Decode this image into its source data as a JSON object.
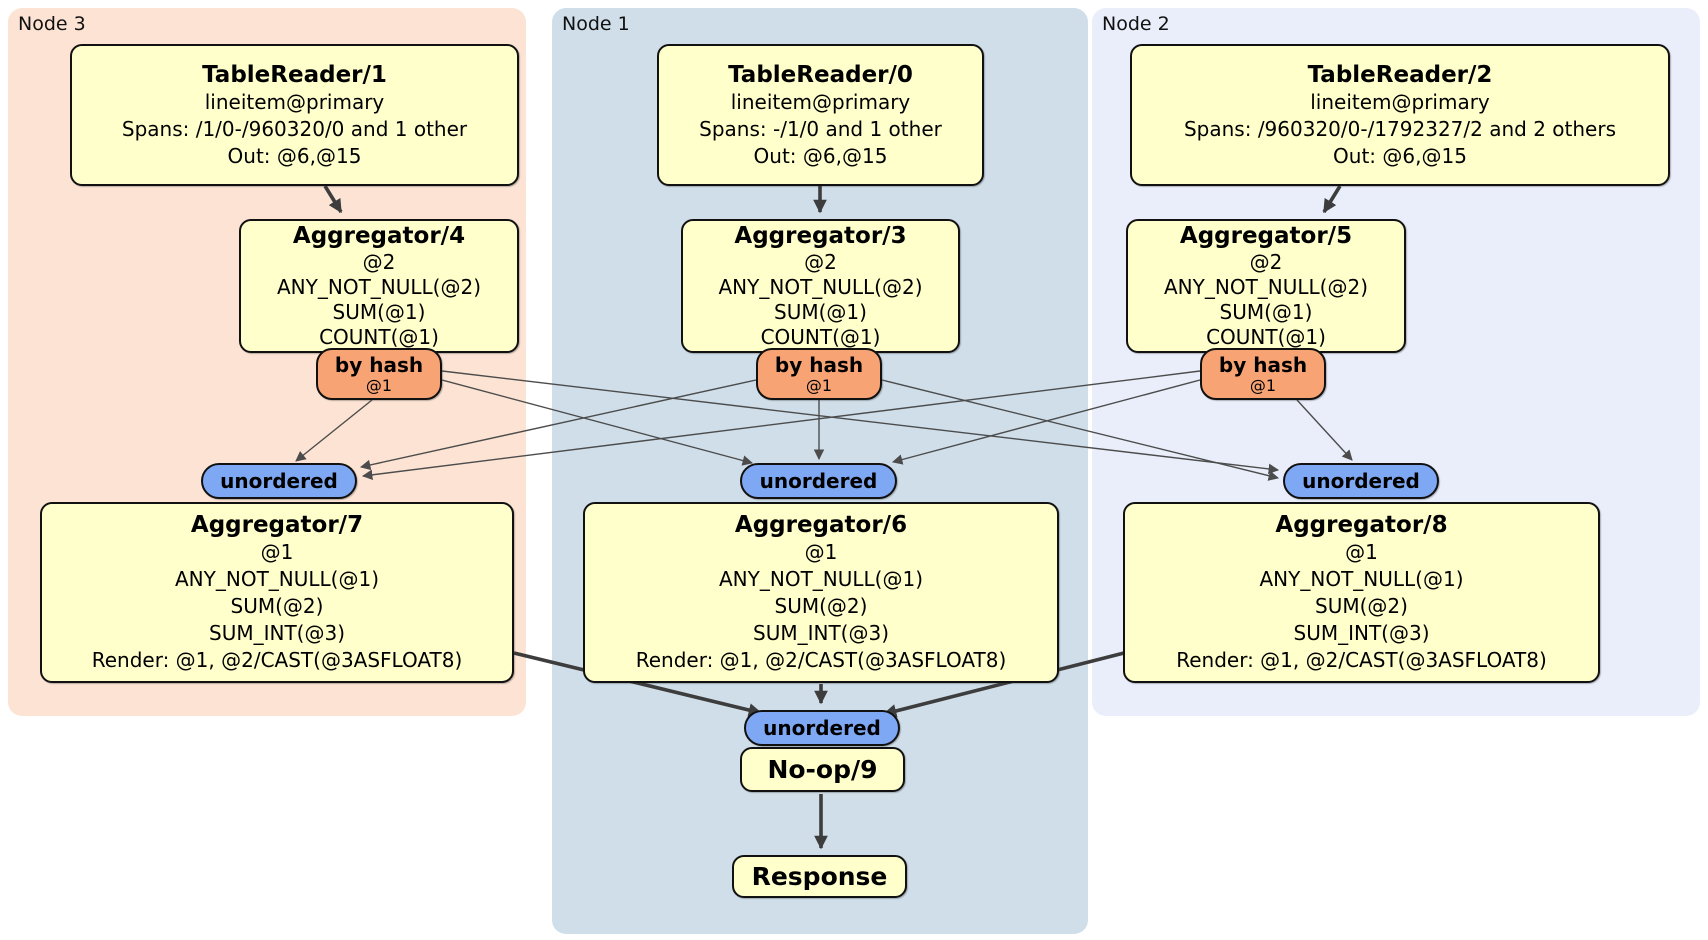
{
  "regions": {
    "node3": {
      "label": "Node 3"
    },
    "node1": {
      "label": "Node 1"
    },
    "node2": {
      "label": "Node 2"
    }
  },
  "processors": {
    "tr1": {
      "title": "TableReader/1",
      "lines": [
        "lineitem@primary",
        "Spans: /1/0-/960320/0 and 1 other",
        "Out: @6,@15"
      ]
    },
    "tr0": {
      "title": "TableReader/0",
      "lines": [
        "lineitem@primary",
        "Spans: -/1/0 and 1 other",
        "Out: @6,@15"
      ]
    },
    "tr2": {
      "title": "TableReader/2",
      "lines": [
        "lineitem@primary",
        "Spans: /960320/0-/1792327/2 and 2 others",
        "Out: @6,@15"
      ]
    },
    "agg4": {
      "title": "Aggregator/4",
      "lines": [
        "@2",
        "ANY_NOT_NULL(@2)",
        "SUM(@1)",
        "COUNT(@1)"
      ]
    },
    "agg3": {
      "title": "Aggregator/3",
      "lines": [
        "@2",
        "ANY_NOT_NULL(@2)",
        "SUM(@1)",
        "COUNT(@1)"
      ]
    },
    "agg5": {
      "title": "Aggregator/5",
      "lines": [
        "@2",
        "ANY_NOT_NULL(@2)",
        "SUM(@1)",
        "COUNT(@1)"
      ]
    },
    "agg7": {
      "title": "Aggregator/7",
      "lines": [
        "@1",
        "ANY_NOT_NULL(@1)",
        "SUM(@2)",
        "SUM_INT(@3)",
        "Render: @1, @2/CAST(@3ASFLOAT8)"
      ]
    },
    "agg6": {
      "title": "Aggregator/6",
      "lines": [
        "@1",
        "ANY_NOT_NULL(@1)",
        "SUM(@2)",
        "SUM_INT(@3)",
        "Render: @1, @2/CAST(@3ASFLOAT8)"
      ]
    },
    "agg8": {
      "title": "Aggregator/8",
      "lines": [
        "@1",
        "ANY_NOT_NULL(@1)",
        "SUM(@2)",
        "SUM_INT(@3)",
        "Render: @1, @2/CAST(@3ASFLOAT8)"
      ]
    },
    "noop": {
      "title": "No-op/9"
    },
    "response": {
      "title": "Response"
    }
  },
  "routers": {
    "hash3": {
      "label": "by hash",
      "detail": "@1"
    },
    "hash1": {
      "label": "by hash",
      "detail": "@1"
    },
    "hash2": {
      "label": "by hash",
      "detail": "@1"
    }
  },
  "syncs": {
    "un3": {
      "label": "unordered"
    },
    "un1": {
      "label": "unordered"
    },
    "un2": {
      "label": "unordered"
    },
    "unfinal": {
      "label": "unordered"
    }
  },
  "colors": {
    "node3_bg": "#fce3d3",
    "node1_bg": "#cfdee9",
    "node2_bg": "#e9eefa",
    "processor_bg": "#ffffcc",
    "router_bg": "#f7a374",
    "sync_bg": "#7fa8f4",
    "edge_thin": "#4c4c4c",
    "edge_thick": "#3d3d3d"
  }
}
